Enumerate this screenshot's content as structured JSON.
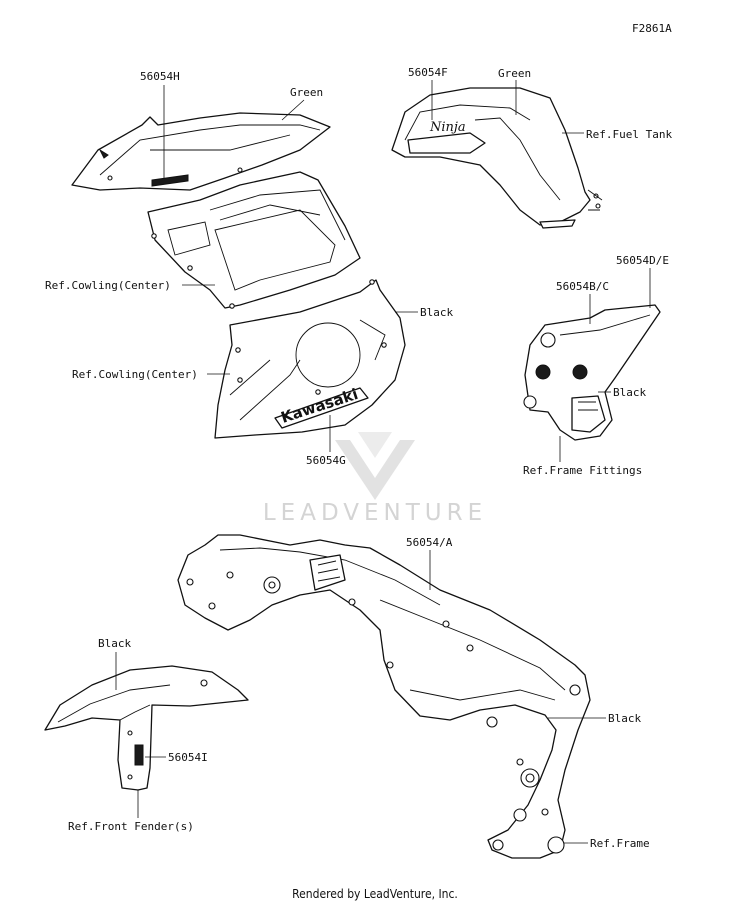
{
  "figure_code": "F2861A",
  "watermark": "LEADVENTURE",
  "footer": "Rendered by LeadVenture, Inc.",
  "labels": {
    "part_56054H": "56054H",
    "green_cowl": "Green",
    "ref_cowling_center_upper": "Ref.Cowling(Center)",
    "part_56054F": "56054F",
    "green_tank": "Green",
    "ref_fuel_tank": "Ref.Fuel Tank",
    "black_cowl": "Black",
    "ref_cowling_center_lower": "Ref.Cowling(Center)",
    "part_56054G": "56054G",
    "part_56054DE": "56054D/E",
    "part_56054BC": "56054B/C",
    "black_fittings": "Black",
    "ref_frame_fittings": "Ref.Frame Fittings",
    "part_56054A": "56054/A",
    "black_fender": "Black",
    "part_56054I": "56054I",
    "ref_front_fender": "Ref.Front Fender(s)",
    "black_frame": "Black",
    "ref_frame": "Ref.Frame"
  },
  "decal_text": {
    "kawasaki": "Kawasaki",
    "ninja": "Ninja"
  }
}
